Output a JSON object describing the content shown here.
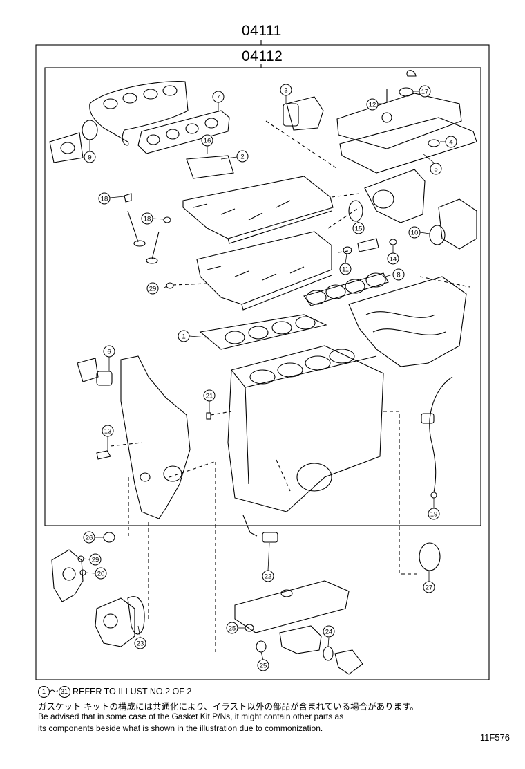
{
  "kits": {
    "outer_part_number": "04111",
    "inner_part_number": "04112"
  },
  "callouts": [
    {
      "id": "c1",
      "label": "1"
    },
    {
      "id": "c2",
      "label": "2"
    },
    {
      "id": "c3",
      "label": "3"
    },
    {
      "id": "c4",
      "label": "4"
    },
    {
      "id": "c5",
      "label": "5"
    },
    {
      "id": "c6",
      "label": "6"
    },
    {
      "id": "c7",
      "label": "7"
    },
    {
      "id": "c8",
      "label": "8"
    },
    {
      "id": "c9",
      "label": "9"
    },
    {
      "id": "c10",
      "label": "10"
    },
    {
      "id": "c11",
      "label": "11"
    },
    {
      "id": "c12",
      "label": "12"
    },
    {
      "id": "c13",
      "label": "13"
    },
    {
      "id": "c14",
      "label": "14"
    },
    {
      "id": "c15",
      "label": "15"
    },
    {
      "id": "c16",
      "label": "16"
    },
    {
      "id": "c17",
      "label": "17"
    },
    {
      "id": "c18a",
      "label": "18"
    },
    {
      "id": "c18b",
      "label": "18"
    },
    {
      "id": "c19",
      "label": "19"
    },
    {
      "id": "c20",
      "label": "20"
    },
    {
      "id": "c21",
      "label": "21"
    },
    {
      "id": "c22",
      "label": "22"
    },
    {
      "id": "c23",
      "label": "23"
    },
    {
      "id": "c24",
      "label": "24"
    },
    {
      "id": "c25a",
      "label": "25"
    },
    {
      "id": "c25b",
      "label": "25"
    },
    {
      "id": "c26",
      "label": "26"
    },
    {
      "id": "c27",
      "label": "27"
    },
    {
      "id": "c29a",
      "label": "29"
    },
    {
      "id": "c29b",
      "label": "29"
    }
  ],
  "notes": {
    "range_start": "1",
    "range_tilde": "～",
    "range_end": "31",
    "refer_text": "REFER TO ILLUST NO.2 OF 2",
    "japanese_note": "ガスケット キットの構成には共通化により、イラスト以外の部品が含まれている場合があります。",
    "english_note_line1": "Be advised that in some case of the Gasket Kit P/Ns,  it might contain other parts as",
    "english_note_line2": "its components beside what is shown in the illustration due to commonization."
  },
  "illustration_code": "11F576"
}
